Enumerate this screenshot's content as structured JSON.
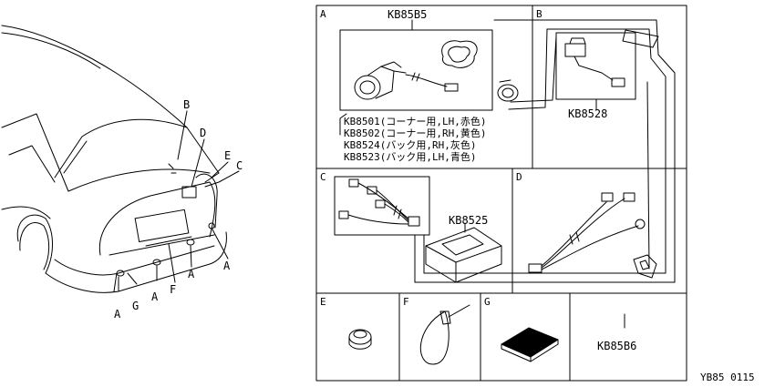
{
  "car_callouts": [
    "A",
    "A",
    "A",
    "A",
    "B",
    "C",
    "D",
    "E",
    "F",
    "G"
  ],
  "sections": [
    "A",
    "B",
    "C",
    "D",
    "E",
    "F",
    "G"
  ],
  "codes": {
    "a_kit": "KB85B5",
    "b_harness": "KB8528",
    "d_kit": "KB8525",
    "overall_kit": "KB85B6"
  },
  "a_parts": [
    "KB8501(コーナー用,LH,赤色)",
    "KB8502(コーナー用,RH,黄色)",
    "KB8524(バック用,RH,灰色)",
    "KB8523(バック用,LH,青色)"
  ],
  "drawing_id": "YB85 0115"
}
